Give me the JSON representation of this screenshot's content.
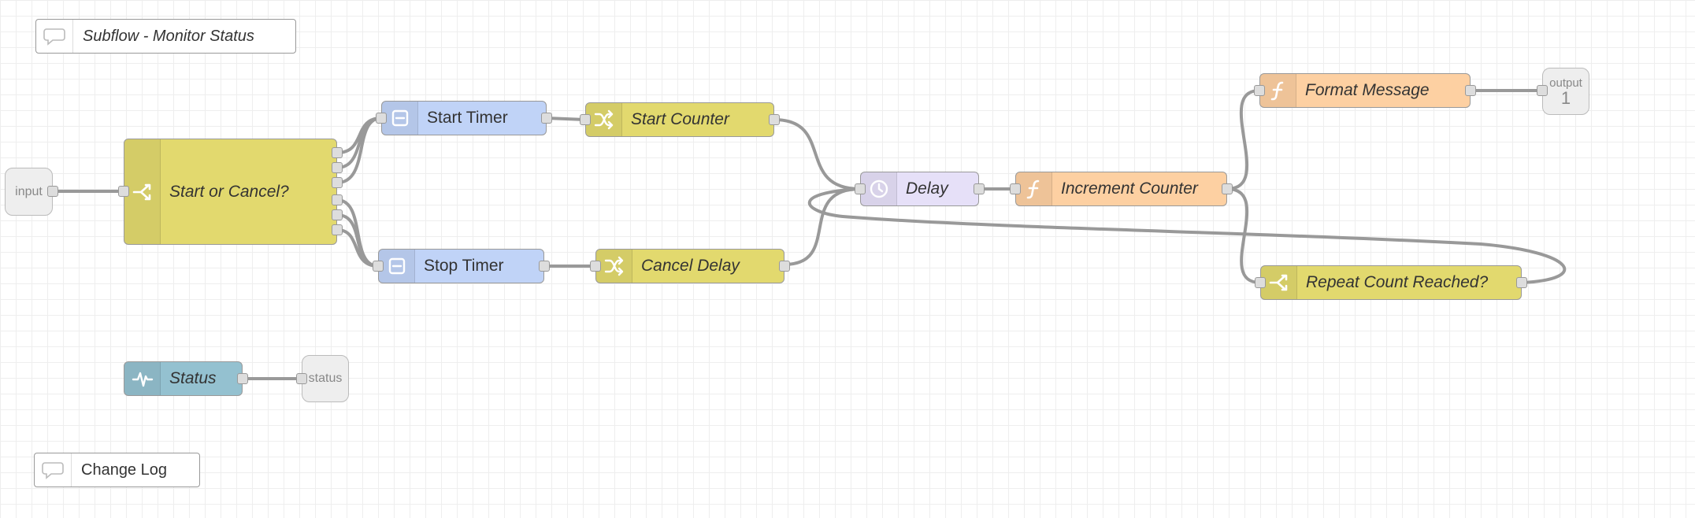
{
  "comments": {
    "subflow": "Subflow - Monitor Status",
    "changelog": "Change Log"
  },
  "io": {
    "input": "input",
    "output_label": "output",
    "output_number": "1",
    "status": "status"
  },
  "nodes": {
    "start_or_cancel": "Start or Cancel?",
    "start_timer": "Start Timer",
    "stop_timer": "Stop Timer",
    "start_counter": "Start Counter",
    "cancel_delay": "Cancel Delay",
    "delay": "Delay",
    "increment_counter": "Increment Counter",
    "format_message": "Format Message",
    "repeat_count": "Repeat Count Reached?",
    "status": "Status"
  },
  "colors": {
    "switch": "#E2D96E",
    "change": "#E2D96E",
    "link_blue": "#C0D3F7",
    "delay": "#E6E0F8",
    "function": "#FDD0A2",
    "status": "#94C1D0",
    "wire": "#999999"
  },
  "icons": {
    "switch": "switch-icon",
    "change": "shuffle-icon",
    "timer": "minus-box-icon",
    "delay": "clock-icon",
    "function": "function-icon",
    "status": "pulse-icon",
    "comment": "speech-bubble-icon"
  }
}
